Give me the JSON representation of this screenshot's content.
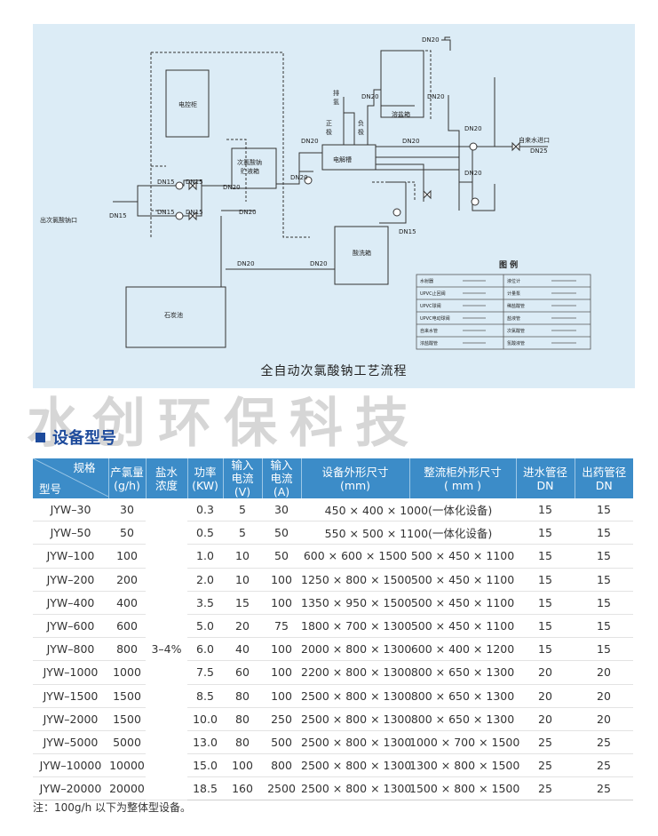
{
  "diagram": {
    "title": "全自动次氯酸钠工艺流程",
    "boxes": {
      "control_cabinet": "电控柜",
      "salt_tank": "溶盐箱",
      "electrolyzer": "电解槽",
      "storage_tank_l1": "次氯酸钠",
      "storage_tank_l2": "贮液箱",
      "acid_tank": "酸洗箱",
      "graphite_pool": "石炭池"
    },
    "labels": {
      "hydrogen_l1": "排",
      "hydrogen_l2": "氢",
      "positive_l1": "正",
      "positive_l2": "极",
      "negative_l1": "负",
      "negative_l2": "极",
      "inlet": "自来水进口",
      "outlet": "出次氯酸钠口",
      "dn20": "DN20",
      "dn15": "DN15",
      "dn25": "DN25"
    },
    "legend": {
      "title": "图 例",
      "rows": [
        {
          "left": "水射器",
          "right": "液位计"
        },
        {
          "left": "UPVC止回阀",
          "right": "计量泵"
        },
        {
          "left": "UPVC球阀",
          "right": "稀盐酸管"
        },
        {
          "left": "UPVC电动球阀",
          "right": "盐液管"
        },
        {
          "left": "自来水管",
          "right": "次氯酸管"
        },
        {
          "left": "浓盐酸管",
          "right": "氢酸液管"
        }
      ]
    }
  },
  "watermark": "水创环保科技",
  "section_title": "设备型号",
  "table": {
    "corner_top": "规格",
    "corner_bottom": "型号",
    "headers": [
      [
        "产氯量",
        "(g/h)"
      ],
      [
        "盐水",
        "浓度"
      ],
      [
        "功率",
        "(KW)"
      ],
      [
        "输入",
        "电流(V)"
      ],
      [
        "输入",
        "电流(A)"
      ],
      [
        "设备外形尺寸",
        "(mm)"
      ],
      [
        "整流柜外形尺寸",
        "( mm )"
      ],
      [
        "进水管径",
        "DN"
      ],
      [
        "出药管径",
        "DN"
      ]
    ],
    "salt_concentration": "3–4%",
    "merged_note": "(一体化设备)",
    "rows": [
      {
        "model": "JYW–30",
        "chlorine": "30",
        "power": "0.3",
        "voltage": "5",
        "current": "30",
        "device_size": "450 × 400 × 1000",
        "rectifier_size": "",
        "inlet": "15",
        "outlet": "15",
        "merged": true
      },
      {
        "model": "JYW–50",
        "chlorine": "50",
        "power": "0.5",
        "voltage": "5",
        "current": "50",
        "device_size": "550 × 500 × 1100",
        "rectifier_size": "",
        "inlet": "15",
        "outlet": "15",
        "merged": true
      },
      {
        "model": "JYW–100",
        "chlorine": "100",
        "power": "1.0",
        "voltage": "10",
        "current": "50",
        "device_size": "600 × 600 × 1500",
        "rectifier_size": "500 × 450 × 1100",
        "inlet": "15",
        "outlet": "15",
        "merged": false
      },
      {
        "model": "JYW–200",
        "chlorine": "200",
        "power": "2.0",
        "voltage": "10",
        "current": "100",
        "device_size": "1250 × 800 × 1500",
        "rectifier_size": "500 × 450 × 1100",
        "inlet": "15",
        "outlet": "15",
        "merged": false
      },
      {
        "model": "JYW–400",
        "chlorine": "400",
        "power": "3.5",
        "voltage": "15",
        "current": "100",
        "device_size": "1350 × 950 × 1500",
        "rectifier_size": "500 × 450 × 1100",
        "inlet": "15",
        "outlet": "15",
        "merged": false
      },
      {
        "model": "JYW–600",
        "chlorine": "600",
        "power": "5.0",
        "voltage": "20",
        "current": "75",
        "device_size": "1800 × 700 × 1300",
        "rectifier_size": "500 × 450 × 1100",
        "inlet": "15",
        "outlet": "15",
        "merged": false
      },
      {
        "model": "JYW–800",
        "chlorine": "800",
        "power": "6.0",
        "voltage": "40",
        "current": "100",
        "device_size": "2000 × 800 × 1300",
        "rectifier_size": "600 × 400 × 1200",
        "inlet": "15",
        "outlet": "15",
        "merged": false
      },
      {
        "model": "JYW–1000",
        "chlorine": "1000",
        "power": "7.5",
        "voltage": "60",
        "current": "100",
        "device_size": "2200 × 800 × 1300",
        "rectifier_size": "800 × 650 × 1300",
        "inlet": "20",
        "outlet": "20",
        "merged": false
      },
      {
        "model": "JYW–1500",
        "chlorine": "1500",
        "power": "8.5",
        "voltage": "80",
        "current": "100",
        "device_size": "2500 × 800 × 1300",
        "rectifier_size": "800 × 650 × 1300",
        "inlet": "20",
        "outlet": "20",
        "merged": false
      },
      {
        "model": "JYW–2000",
        "chlorine": "1500",
        "power": "10.0",
        "voltage": "80",
        "current": "250",
        "device_size": "2500 × 800 × 1300",
        "rectifier_size": "800 × 650 × 1300",
        "inlet": "20",
        "outlet": "20",
        "merged": false
      },
      {
        "model": "JYW–5000",
        "chlorine": "5000",
        "power": "13.0",
        "voltage": "80",
        "current": "500",
        "device_size": "2500 × 800 × 1300",
        "rectifier_size": "1000 × 700 × 1500",
        "inlet": "25",
        "outlet": "25",
        "merged": false
      },
      {
        "model": "JYW–10000",
        "chlorine": "10000",
        "power": "15.0",
        "voltage": "100",
        "current": "800",
        "device_size": "2500 × 800 × 1300",
        "rectifier_size": "1300 × 800 × 1500",
        "inlet": "25",
        "outlet": "25",
        "merged": false
      },
      {
        "model": "JYW–20000",
        "chlorine": "20000",
        "power": "18.5",
        "voltage": "160",
        "current": "2500",
        "device_size": "2500 × 800 × 1300",
        "rectifier_size": "1500 × 800 × 1500",
        "inlet": "25",
        "outlet": "25",
        "merged": false
      }
    ]
  },
  "note": "注：100g/h 以下为整体型设备。",
  "colors": {
    "panel_background": "#dcecf6",
    "table_header": "#3c8cc8",
    "heading_blue": "#1e4b9c",
    "watermark": "#d6d6d6"
  }
}
